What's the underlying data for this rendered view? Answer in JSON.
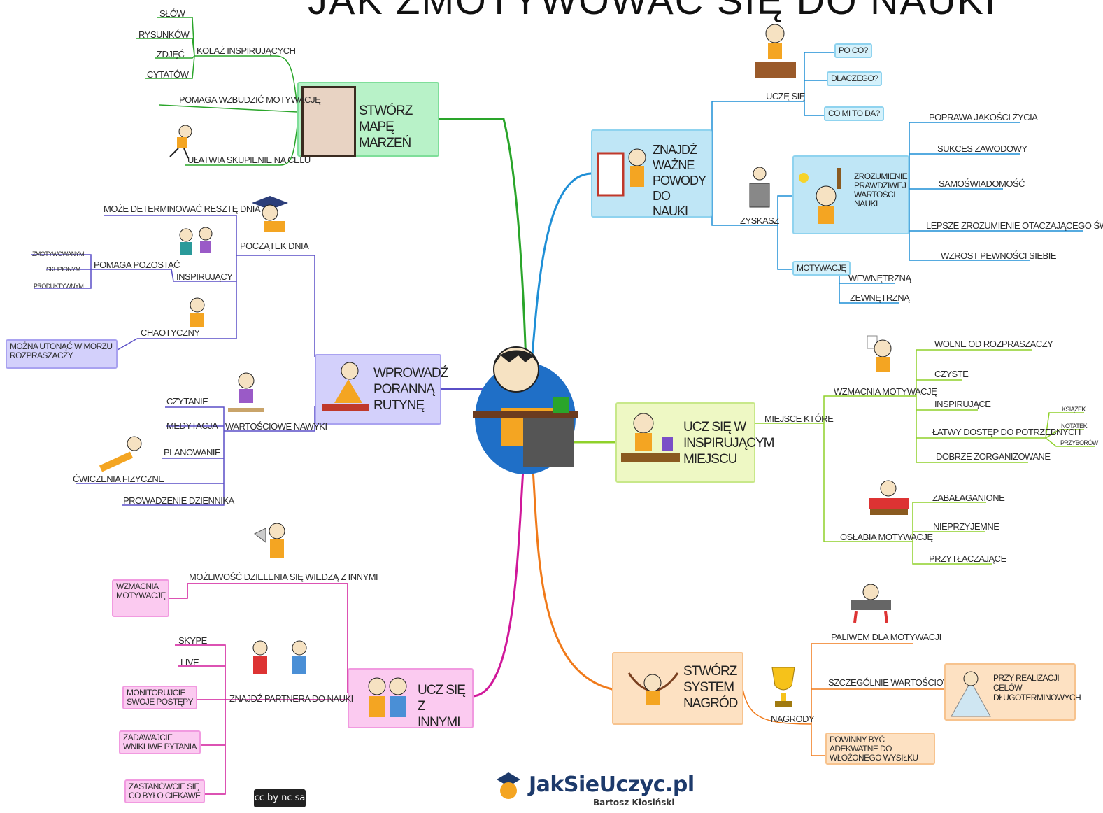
{
  "title": "JAK ZMOTYWOWAĆ SIĘ DO NAUKI",
  "brand": "JakSieUczyc.pl",
  "author": "Bartosz Kłosiński",
  "license_badge": "cc by nc sa",
  "colors": {
    "green": "#2aa52a",
    "blue": "#1f8fd6",
    "lightgreen": "#8fd12a",
    "purple": "#5a4fc7",
    "orange": "#f07a1a",
    "magenta": "#d0189a"
  },
  "branches": {
    "mapa": {
      "title": "STWÓRZ MAPĘ\nMARZEŃ",
      "kolaz": "KOLAŻ INSPIRUJĄCYCH",
      "kolaz_items": [
        "SŁÓW",
        "RYSUNKÓW",
        "ZDJĘĆ",
        "CYTATÓW"
      ],
      "pomaga": "POMAGA WZBUDZIĆ MOTYWACJĘ",
      "ulatwia": "UŁATWIA SKUPIENIE NA CELU"
    },
    "powody": {
      "title": "ZNAJDŹ\nWAŻNE\nPOWODY DO\nNAUKI",
      "ucze": "UCZĘ SIĘ",
      "ucze_items": [
        "PO CO?",
        "DLACZEGO?",
        "CO MI TO DA?"
      ],
      "zyskasz": "ZYSKASZ",
      "zrozumienie": "ZROZUMIENIE\nPRAWDZIWEJ\nWARTOŚCI\nNAUKI",
      "zrozumienie_items": [
        "POPRAWA JAKOŚCI ŻYCIA",
        "SUKCES ZAWODOWY",
        "SAMOŚWIADOMOŚĆ",
        "LEPSZE ZROZUMIENIE OTACZAJĄCEGO ŚWIATA",
        "WZROST PEWNOŚCI SIEBIE"
      ],
      "motywacje": "MOTYWACJĘ",
      "motywacje_items": [
        "WEWNĘTRZNĄ",
        "ZEWNĘTRZNĄ"
      ]
    },
    "miejsce": {
      "title": "UCZ SIĘ W\nINSPIRUJĄCYM\nMIEJSCU",
      "mk": "MIEJSCE KTÓRE",
      "wzmacnia": "WZMACNIA MOTYWACJĘ",
      "wzmacnia_items": [
        "WOLNE OD ROZPRASZACZY",
        "CZYSTE",
        "INSPIRUJĄCE",
        "ŁATWY DOSTĘP DO POTRZEBNYCH",
        "DOBRZE ZORGANIZOWANE"
      ],
      "dostep_items": [
        "KSIĄŻEK",
        "NOTATEK",
        "PRZYBORÓW"
      ],
      "oslabia": "OSŁABIA MOTYWACJĘ",
      "oslabia_items": [
        "ZABAŁAGANIONE",
        "NIEPRZYJEMNE",
        "PRZYTŁACZAJĄCE"
      ]
    },
    "nagrody": {
      "title": "STWÓRZ\nSYSTEM\nNAGRÓD",
      "nagrody": "NAGRODY",
      "paliwem": "PALIWEM DLA MOTYWACJI",
      "szczegolnie": "SZCZEGÓLNIE WARTOŚCIOWE",
      "przy": "PRZY REALIZACJI\nCELÓW\nDŁUGOTERMINOWYCH",
      "powinny": "POWINNY BYĆ ADEKWATNE DO\nWŁOŻONEGO WYSIŁKU"
    },
    "inni": {
      "title": "UCZ SIĘ Z\nINNYMI",
      "mozliwosc": "MOŻLIWOŚĆ DZIELENIA SIĘ WIEDZĄ Z INNYMI",
      "wzmacnia": "WZMACNIA\nMOTYWACJĘ",
      "partner": "ZNAJDŹ PARTNERA DO NAUKI",
      "partner_items": [
        "SKYPE",
        "LIVE"
      ],
      "partner_tags": [
        "MONITORUJCIE\nSWOJE POSTĘPY",
        "ZADAWAJCIE\nWNIKLIWE PYTANIA",
        "ZASTANÓWCIE SIĘ\nCO BYŁO CIEKAWE"
      ]
    },
    "rutyna": {
      "title": "WPROWADŹ\nPORANNĄ\nRUTYNĘ",
      "poczatek": "POCZĄTEK DNIA",
      "moze": "MOŻE DETERMINOWAĆ RESZTĘ DNIA",
      "inspirujacy": "INSPIRUJĄCY",
      "pomaga": "POMAGA POZOSTAĆ",
      "pomaga_items": [
        "ZMOTYWOWANYM",
        "SKUPIONYM",
        "PRODUKTYWNYM"
      ],
      "chaotyczny": "CHAOTYCZNY",
      "utonac": "MOŻNA UTONĄĆ W MORZU\nROZPRASZACZY",
      "nawyki": "WARTOŚCIOWE NAWYKI",
      "nawyki_items": [
        "CZYTANIE",
        "MEDYTACJA",
        "PLANOWANIE",
        "ĆWICZENIA FIZYCZNE",
        "PROWADZENIE DZIENNIKA"
      ]
    }
  }
}
